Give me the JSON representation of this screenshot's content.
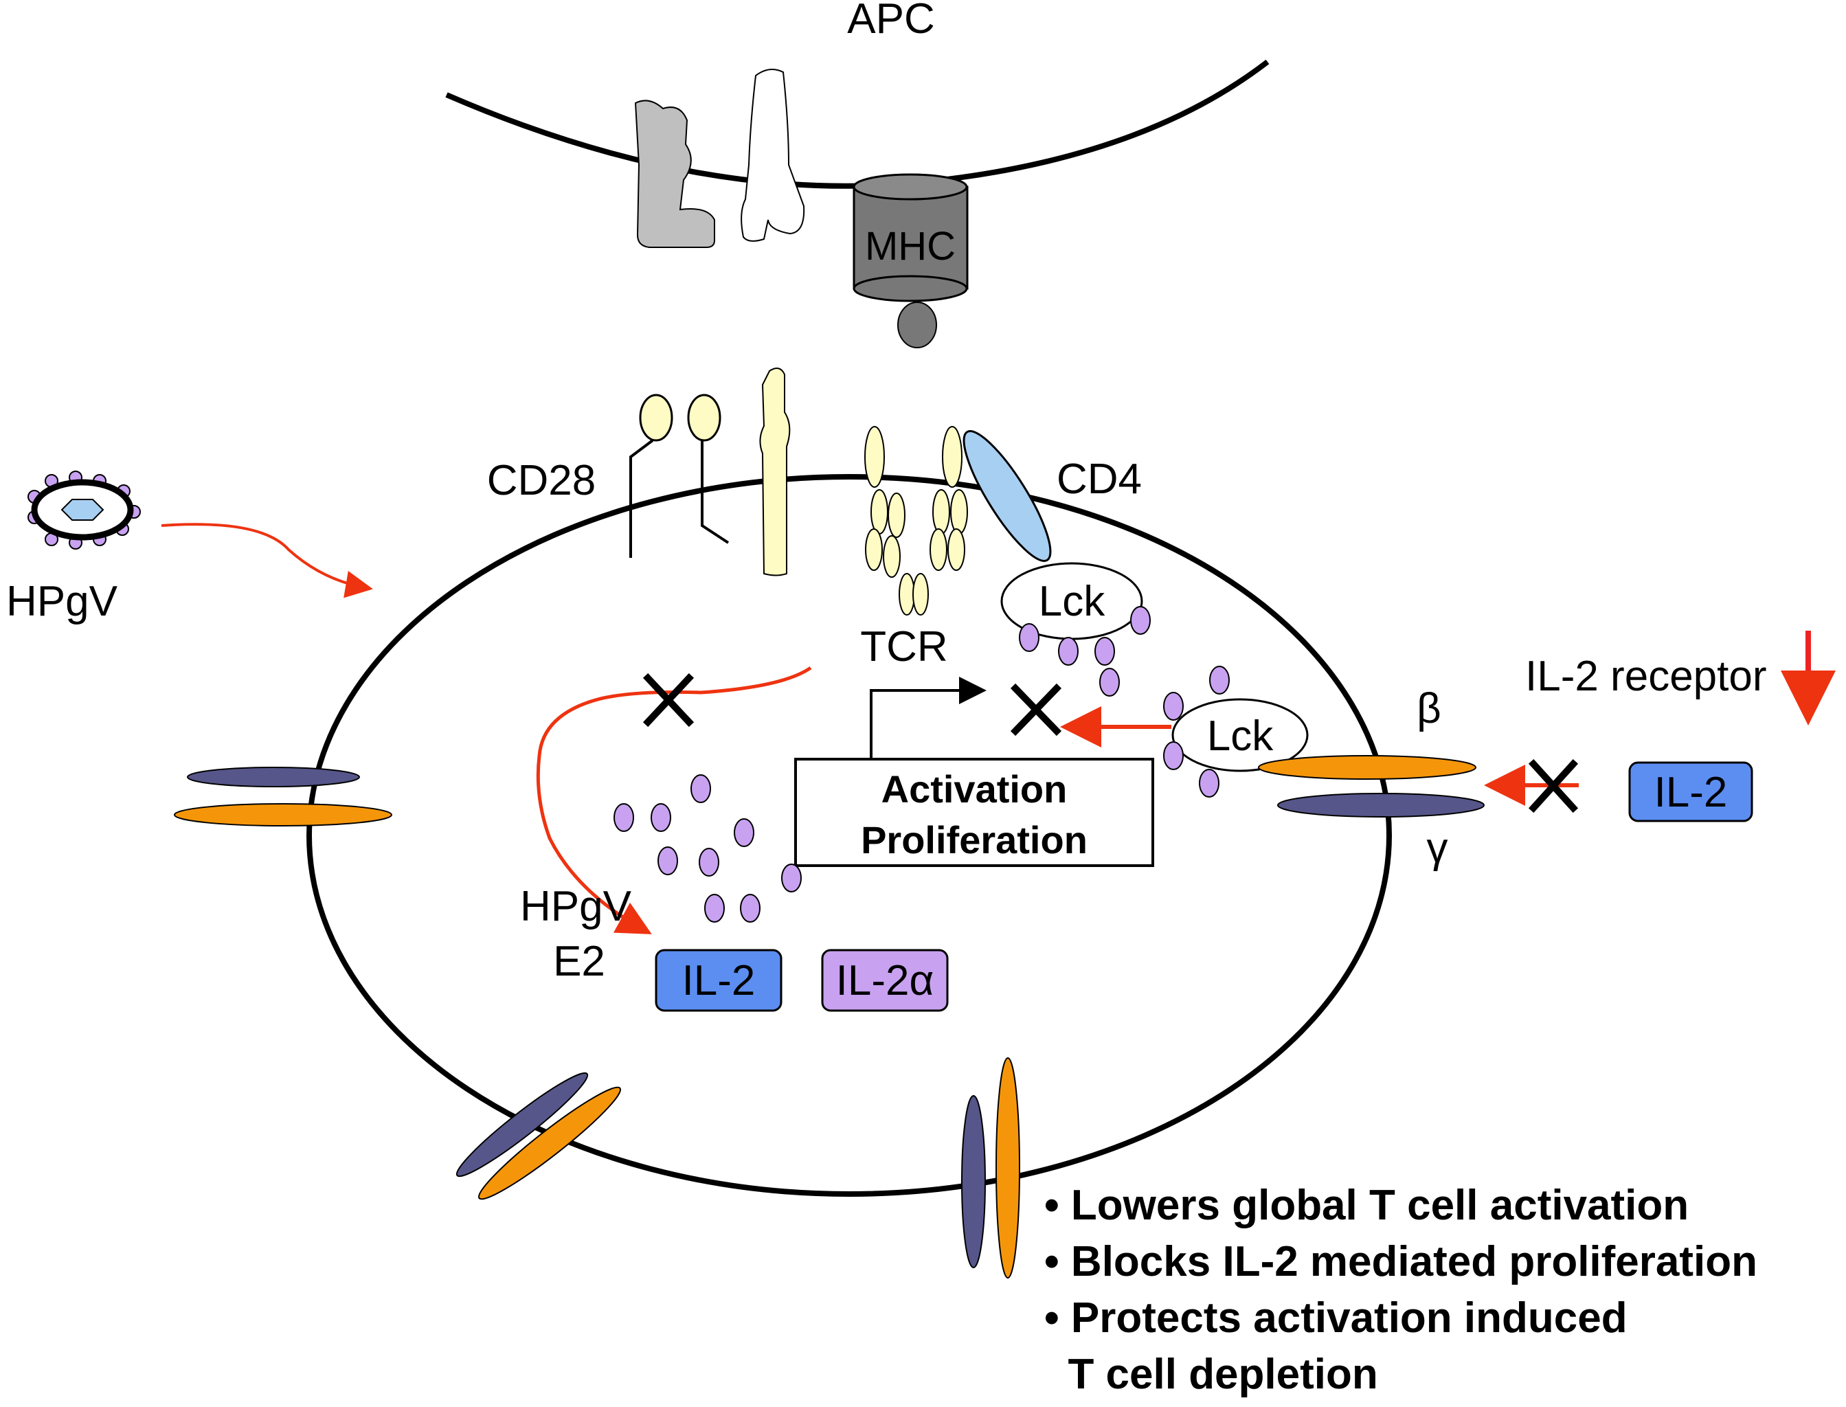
{
  "labels": {
    "apc": "APC",
    "mhc": "MHC",
    "cd28": "CD28",
    "cd4": "CD4",
    "tcr": "TCR",
    "lck_top": "Lck",
    "lck_right": "Lck",
    "virus": "HPgV",
    "il2_receptor": "IL-2 receptor",
    "beta": "β",
    "gamma": "γ",
    "il2_outside": "IL-2",
    "il2_inside": "IL-2",
    "il2_alpha": "IL-2α",
    "e2_line1": "HPgV",
    "e2_line2": "E2",
    "activation": "Activation",
    "proliferation": "Proliferation"
  },
  "effects": [
    "• Lowers global T cell activation",
    "• Blocks IL-2 mediated proliferation",
    "• Protects activation induced",
    "  T cell depletion"
  ],
  "colors": {
    "il2": "#5b8ef0",
    "il2_alpha": "#c8a2f0",
    "purple_dot": "#c8a2f0",
    "orange": "#f5960a",
    "navy": "#56568a",
    "red_arrow": "#ee3311",
    "cd4_blue": "#a7cff2",
    "yellow": "#fefcc4",
    "mhc_gray": "#787878"
  },
  "icons": {
    "blocked": "x-mark-icon",
    "downregulated": "red-down-arrow-icon"
  }
}
